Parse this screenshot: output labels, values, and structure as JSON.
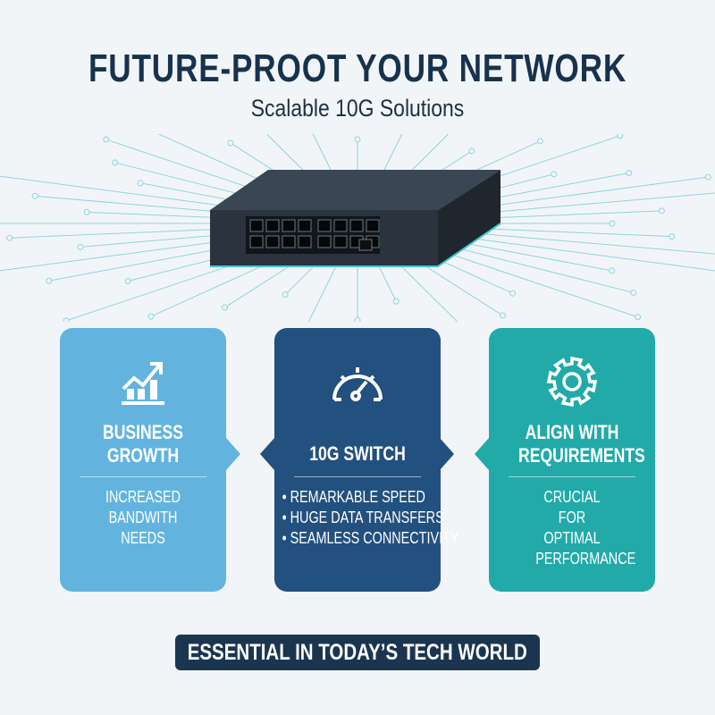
{
  "header": {
    "title": "FUTURE-PROOT YOUR NETWORK",
    "subtitle": "Scalable 10G Solutions"
  },
  "hero": {
    "image": "network-switch",
    "accent_color": "#3cc6d0"
  },
  "panels": [
    {
      "icon": "growth-chart-icon",
      "title": "BUSINESS GROWTH",
      "body": "INCREASED BANDWITH NEEDS",
      "color": "#62b4df"
    },
    {
      "icon": "speedometer-icon",
      "title": "10G SWITCH",
      "bullets": [
        "REMARKABLE SPEED",
        "HUGE DATA TRANSFERS",
        "SEAMLESS CONNECTIVITY"
      ],
      "color": "#22507f"
    },
    {
      "icon": "gear-icon",
      "title": "ALIGN WITH REQUIREMENTS",
      "body": "CRUCIAL FOR OPTIMAL PERFORMANCE",
      "color": "#22aaa9"
    }
  ],
  "footer": {
    "banner": "ESSENTIAL IN TODAY’S TECH WORLD",
    "color": "#1b3550"
  }
}
